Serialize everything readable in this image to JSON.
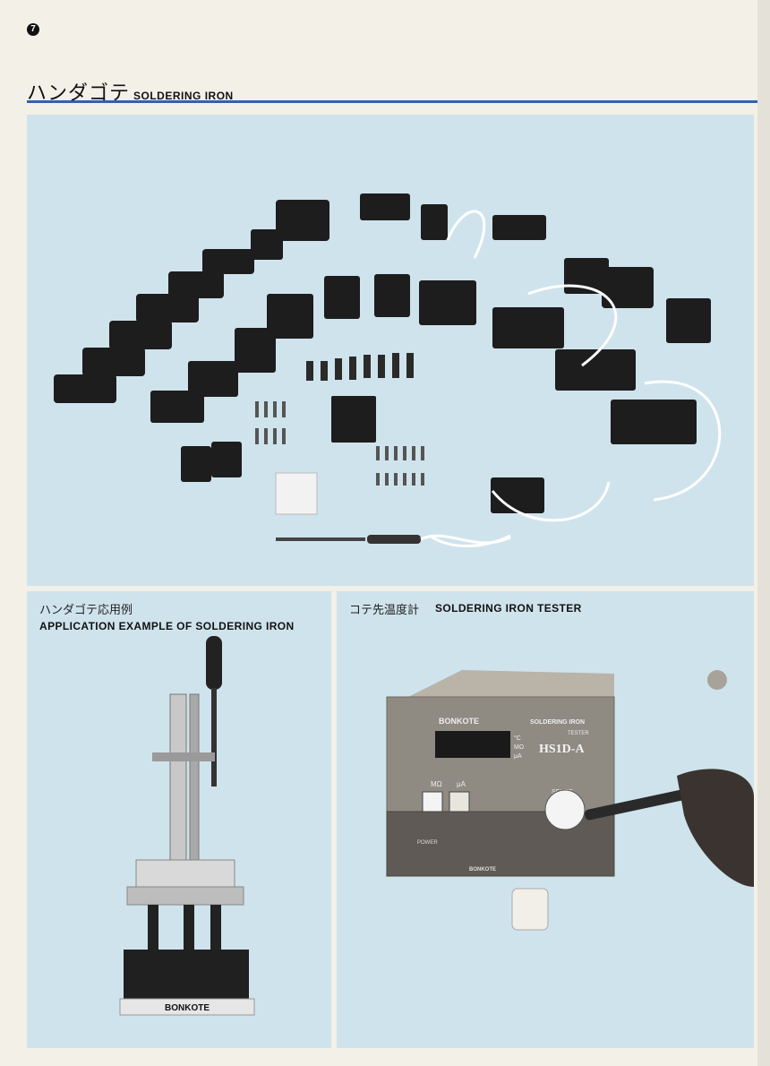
{
  "page": {
    "number": "7"
  },
  "header": {
    "title_jp": "ハンダゴテ",
    "title_en": "SOLDERING IRON"
  },
  "application": {
    "caption_jp": "ハンダゴテ応用例",
    "caption_en": "APPLICATION EXAMPLE OF SOLDERING IRON",
    "plate_label": "BONKOTE"
  },
  "tester": {
    "caption_jp": "コテ先温度計",
    "caption_en": "SOLDERING IRON TESTER",
    "brand": "BONKOTE",
    "panel_title": "SOLDERING IRON",
    "panel_subtitle": "TESTER",
    "model": "HS1D-A",
    "unit_c": "°C",
    "unit_mohm": "MΩ",
    "unit_ua": "μA",
    "button_mohm": "MΩ",
    "button_ua": "μA",
    "sense_label": "SENSE",
    "power_label": "POWER"
  },
  "colors": {
    "accent_rule": "#2f63ad",
    "panel_bg": "#cfe3ec",
    "paper": "#f3f0e8"
  }
}
